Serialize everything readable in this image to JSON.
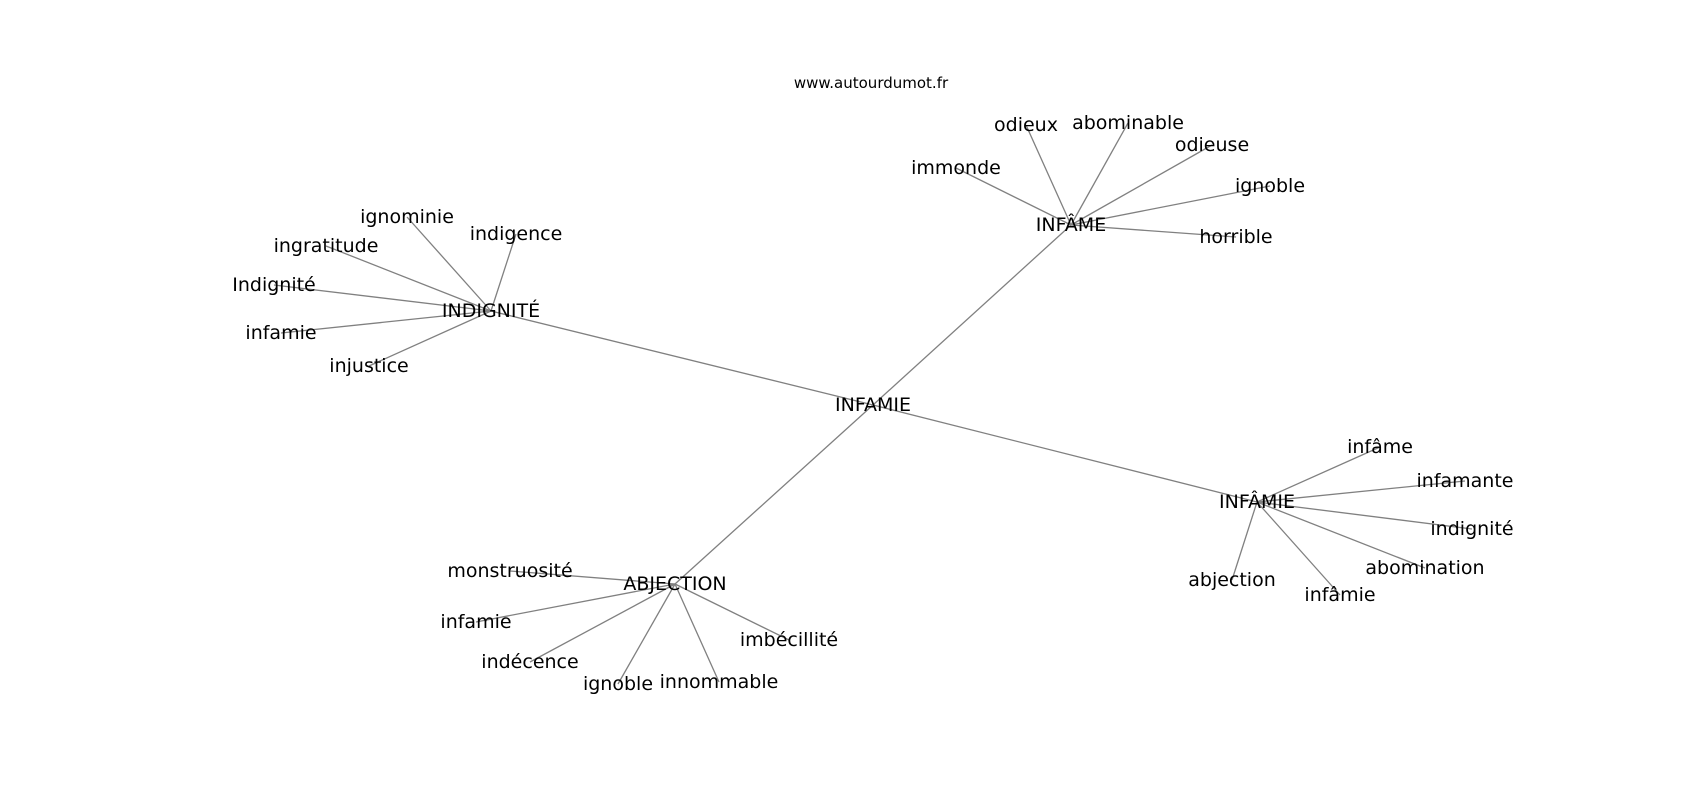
{
  "site": {
    "watermark": "www.autourdumot.fr"
  },
  "graph": {
    "center": {
      "id": "infamie-center",
      "label": "INFAMIE"
    },
    "clusters": [
      {
        "id": "infame",
        "label": "INFÂME",
        "leaves": [
          "odieux",
          "abominable",
          "odieuse",
          "immonde",
          "ignoble",
          "horrible"
        ]
      },
      {
        "id": "indignite",
        "label": "INDIGNITÉ",
        "leaves": [
          "ignominie",
          "indigence",
          "ingratitude",
          "Indignité",
          "infamie",
          "injustice"
        ]
      },
      {
        "id": "infamie-accent",
        "label": "INFÂMIE",
        "leaves": [
          "infâme",
          "infamante",
          "indignité",
          "abomination",
          "infâmie",
          "abjection"
        ]
      },
      {
        "id": "abjection",
        "label": "ABJECTION",
        "leaves": [
          "monstruosité",
          "infamie",
          "imbécillité",
          "indécence",
          "innommable",
          "ignoble"
        ]
      }
    ]
  }
}
